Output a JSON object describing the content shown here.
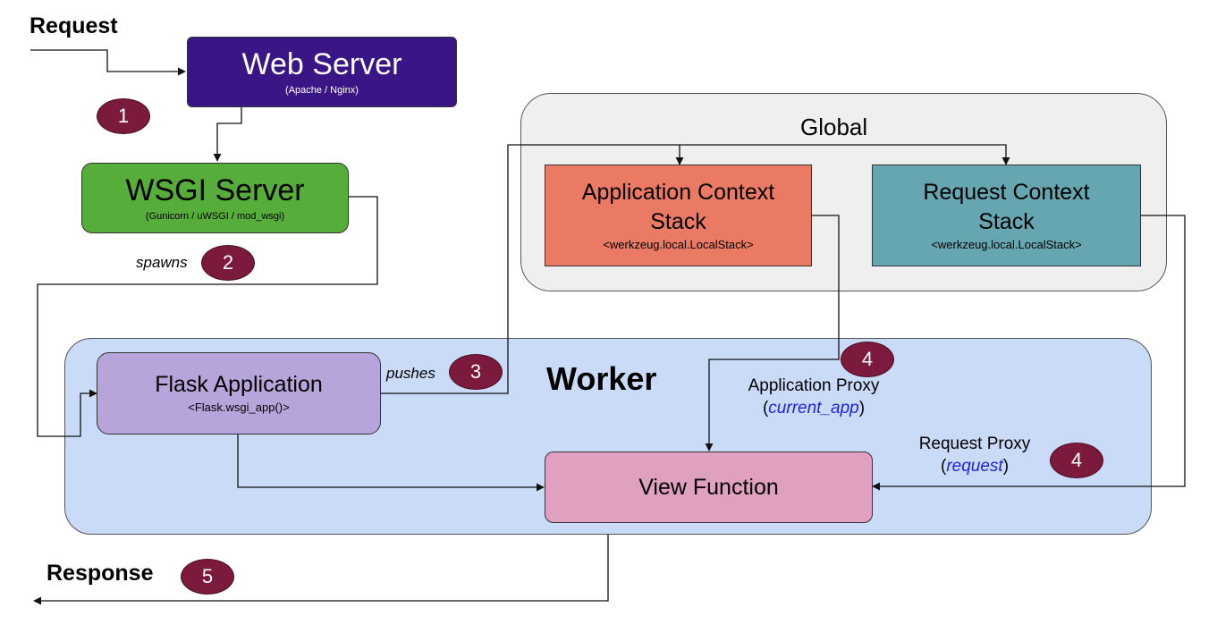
{
  "labels": {
    "request": "Request",
    "response": "Response",
    "spawns": "spawns",
    "pushes": "pushes",
    "global": "Global",
    "worker": "Worker"
  },
  "web_server": {
    "title": "Web Server",
    "subtitle": "(Apache / Nginx)"
  },
  "wsgi_server": {
    "title": "WSGI Server",
    "subtitle": "(Gunicorn / uWSGI / mod_wsgi)"
  },
  "app_context": {
    "title_line1": "Application Context",
    "title_line2": "Stack",
    "subtitle": "<werkzeug.local.LocalStack>"
  },
  "req_context": {
    "title_line1": "Request Context",
    "title_line2": "Stack",
    "subtitle": "<werkzeug.local.LocalStack>"
  },
  "flask_app": {
    "title": "Flask Application",
    "subtitle": "<Flask.wsgi_app()>"
  },
  "view_function": {
    "title": "View Function"
  },
  "app_proxy": {
    "label": "Application Proxy",
    "paren_open": "(",
    "name": "current_app",
    "paren_close": ")"
  },
  "req_proxy": {
    "label": "Request Proxy",
    "paren_open": "(",
    "name": "request",
    "paren_close": ")"
  },
  "badges": {
    "b1": "1",
    "b2": "2",
    "b3": "3",
    "b4a": "4",
    "b4b": "4",
    "b5": "5"
  },
  "colors": {
    "web_server": "#3a1585",
    "wsgi_server": "#57ad3a",
    "app_context": "#eb7a65",
    "req_context": "#66a6b0",
    "flask_app": "#b7a4db",
    "view_function": "#e0a0c0",
    "worker_bg": "#c9dbf7",
    "global_bg": "#efefef",
    "badge": "#7b1a3d",
    "proxy_name": "#2222dd"
  }
}
